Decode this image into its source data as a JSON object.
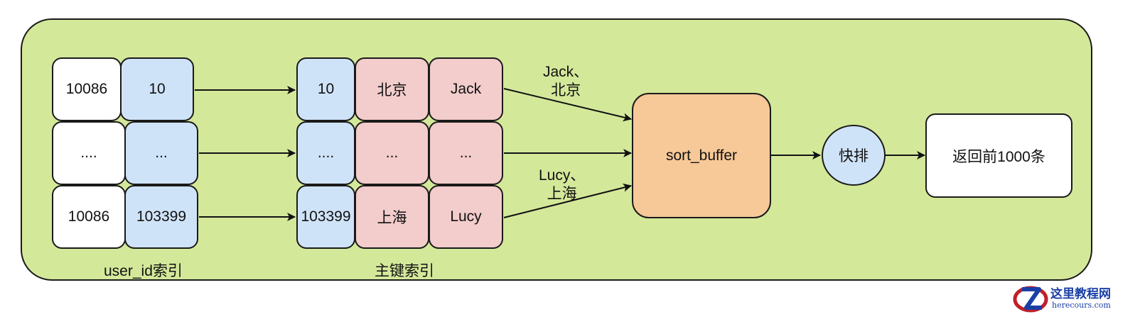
{
  "colors": {
    "panel": "#d4e89a",
    "white_cell": "#ffffff",
    "blue_cell": "#cfe3f8",
    "pink_cell": "#f3cccc",
    "sort_buffer": "#f7c898",
    "outline": "#1a1a1a"
  },
  "secondary_index": {
    "caption": "user_id索引",
    "rows": [
      {
        "id": "10086",
        "user_id": "10"
      },
      {
        "id": "....",
        "user_id": "..."
      },
      {
        "id": "10086",
        "user_id": "103399"
      }
    ]
  },
  "primary_index": {
    "caption": "主键索引",
    "rows": [
      {
        "user_id": "10",
        "city": "北京",
        "name": "Jack"
      },
      {
        "user_id": "....",
        "city": "...",
        "name": "..."
      },
      {
        "user_id": "103399",
        "city": "上海",
        "name": "Lucy"
      }
    ]
  },
  "edge_labels": {
    "top_line1": "Jack、",
    "top_line2": "北京",
    "bottom_line1": "Lucy、",
    "bottom_line2": "上海"
  },
  "sort_buffer": {
    "label": "sort_buffer"
  },
  "quicksort": {
    "label": "快排"
  },
  "result": {
    "label": "返回前1000条"
  },
  "watermark": {
    "icon": "z-logo-icon",
    "text": "这里教程网",
    "sub": "herecours.com"
  }
}
